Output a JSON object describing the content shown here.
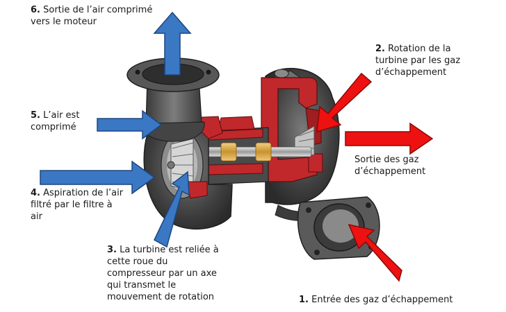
{
  "diagram": {
    "labels": {
      "step6": {
        "num": "6.",
        "lines": [
          "Sortie de l’air comprimé",
          "vers le moteur"
        ]
      },
      "step2": {
        "num": "2.",
        "lines": [
          "Rotation de la",
          "turbine par les gaz",
          "d’échappement"
        ]
      },
      "step5": {
        "num": "5.",
        "lines": [
          "L’air est",
          "comprimé"
        ]
      },
      "exhaust_out": {
        "num": "",
        "lines": [
          "Sortie des gaz",
          "d’échappement"
        ]
      },
      "step4": {
        "num": "4.",
        "lines": [
          "Aspiration de l’air",
          "filtré par le filtre à",
          "air"
        ]
      },
      "step3": {
        "num": "3.",
        "lines": [
          "La turbine est reliée à",
          "cette roue du",
          "compresseur par un axe",
          "qui transmet le",
          "mouvement de rotation"
        ]
      },
      "step1": {
        "num": "1.",
        "lines": [
          "Entrée des gaz d’échappement"
        ]
      }
    },
    "colors": {
      "air_arrow": "#3a78c4",
      "exhaust_arrow": "#ee1111",
      "metal": "#4a4a4a",
      "cutaway": "#c0282b"
    }
  }
}
